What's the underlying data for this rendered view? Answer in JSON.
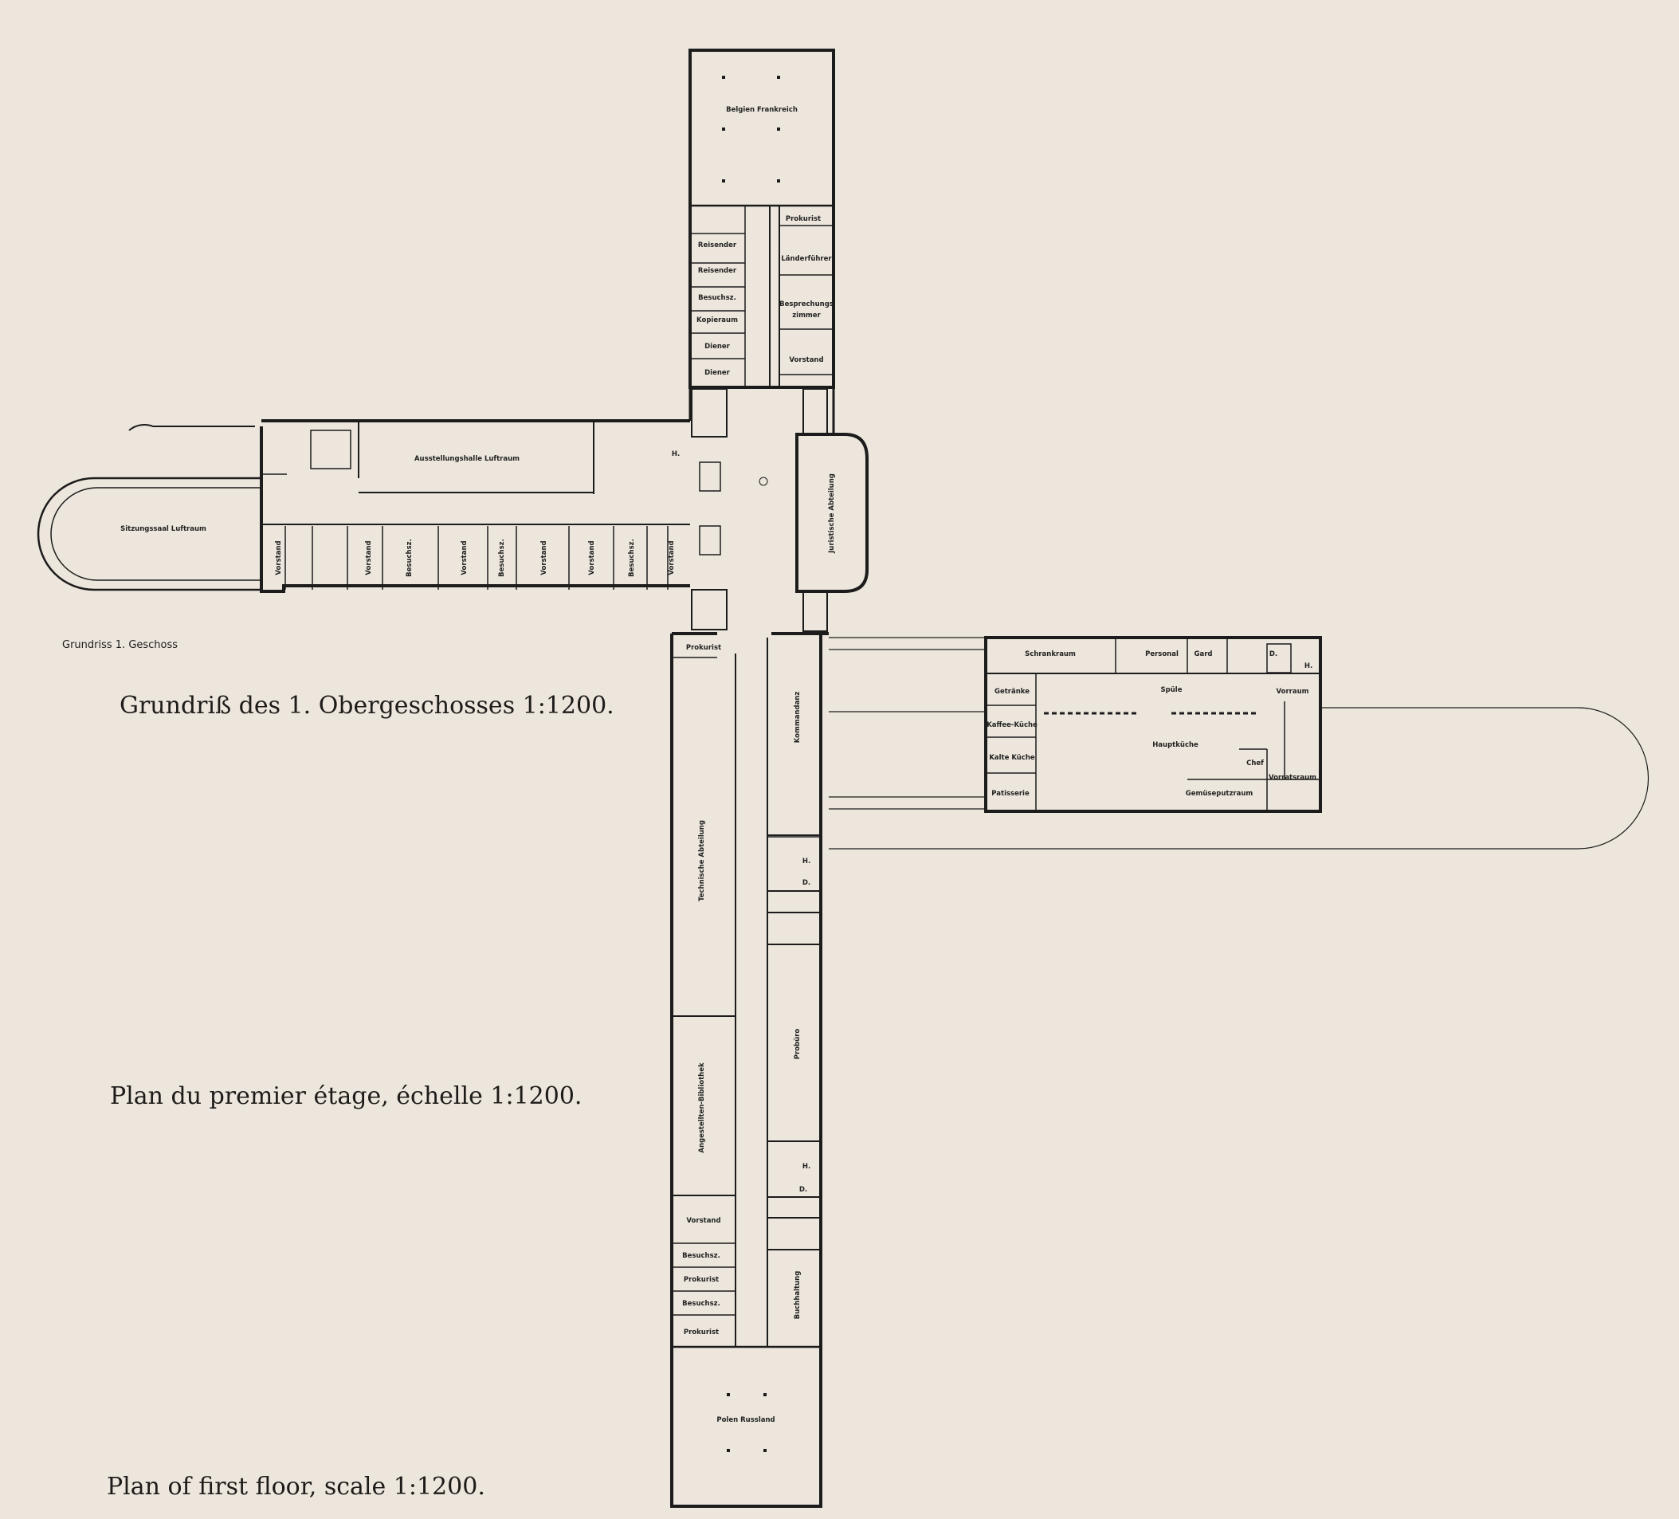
{
  "captions": {
    "plan_label": "Grundriss 1. Geschoss",
    "german": "Grundriß des 1. Obergeschosses 1:1200.",
    "french": "Plan du premier étage, échelle 1:1200.",
    "english": "Plan of first floor, scale 1:1200."
  },
  "rooms": {
    "north": {
      "hall": "Belgien Frankreich",
      "prokurist": "Prokurist",
      "reisender_1": "Reisender",
      "reisender_2": "Reisender",
      "laenderfuehrer": "Länderführer",
      "besuchsz": "Besuchsz.",
      "kopieraum": "Kopieraum",
      "besprechungszimmer_1": "Besprechungs",
      "besprechungszimmer_2": "zimmer",
      "diener_1": "Diener",
      "diener_2": "Diener",
      "vorstand": "Vorstand"
    },
    "west": {
      "ausstellungshalle": "Ausstellungshalle Luftraum",
      "sitzungssaal": "Sitzungssaal Luftraum",
      "vorstand": "Vorstand",
      "besuchsz": "Besuchsz.",
      "h": "H."
    },
    "center": {
      "juristische": "Juristische Abteilung"
    },
    "east": {
      "schrankraum": "Schrankraum",
      "personal": "Personal",
      "gard": "Gard",
      "getraenke": "Getränke",
      "spuele": "Spüle",
      "vorraum": "Vorraum",
      "kaffeekueche": "Kaffee-Küche",
      "hauptkueche": "Hauptküche",
      "kalte_kueche": "Kalte Küche",
      "chef": "Chef",
      "patisserie": "Patisserie",
      "gemueseputzraum": "Gemüseputzraum",
      "vorratsraum": "Vorratsraum",
      "d": "D.",
      "h": "H."
    },
    "south": {
      "prokurist": "Prokurist",
      "kommandanz": "Kommandanz",
      "technische": "Technische Abteilung",
      "probuero": "Probüro",
      "bibliothek": "Angestellten-Bibliothek",
      "vorstand": "Vorstand",
      "besuchsz_1": "Besuchsz.",
      "prokurist_1": "Prokurist",
      "besuchsz_2": "Besuchsz.",
      "prokurist_2": "Prokurist",
      "buchhaltung": "Buchhaltung",
      "hall": "Polen Russland",
      "h": "H.",
      "d": "D."
    }
  }
}
